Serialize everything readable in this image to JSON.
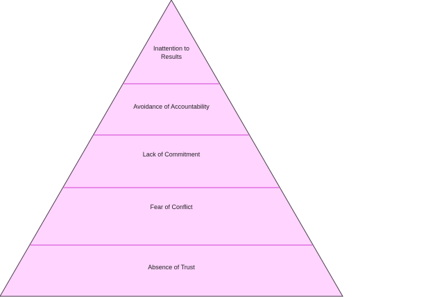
{
  "diagram": {
    "type": "pyramid",
    "levels_top_to_bottom": [
      {
        "label_lines": [
          "Inattention to",
          "Results"
        ]
      },
      {
        "label_lines": [
          "Avoidance of Accountability"
        ]
      },
      {
        "label_lines": [
          "Lack of Commitment"
        ]
      },
      {
        "label_lines": [
          "Fear of Conflict"
        ]
      },
      {
        "label_lines": [
          "Absence of Trust"
        ]
      }
    ],
    "colors": {
      "fill": "#ffd4ff",
      "divider": "#e070e0",
      "outline": "#4a3a4a"
    }
  }
}
